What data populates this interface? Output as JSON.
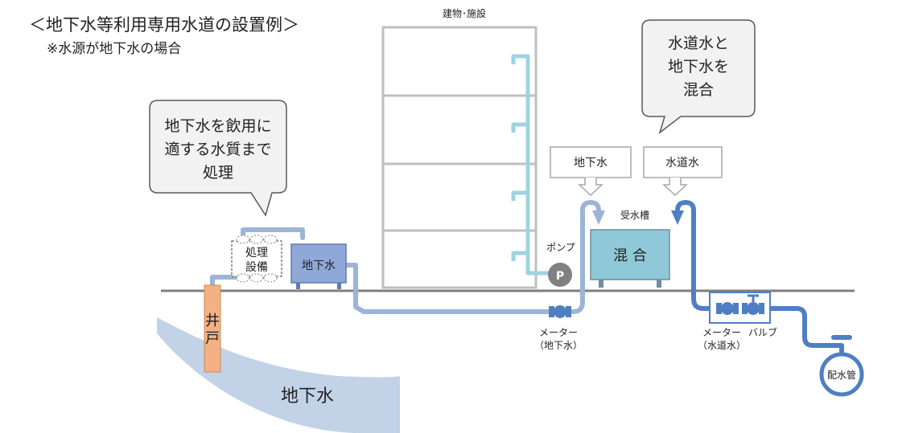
{
  "title": "＜地下水等利用専用水道の設置例＞",
  "subtitle": "※水源が地下水の場合",
  "building_label": "建物･施設",
  "bubble_treatment": [
    "地下水を飲用に",
    "適する水質まで",
    "処理"
  ],
  "bubble_mix": [
    "水道水と",
    "地下水を",
    "混合"
  ],
  "treatment_unit": [
    "処理",
    "設備"
  ],
  "groundwater_tank": "地下水",
  "well": [
    "井",
    "戸"
  ],
  "aquifer": "地下水",
  "pump_label": "ポンプ",
  "pump_symbol": "P",
  "source_box_groundwater": "地下水",
  "source_box_tapwater": "水道水",
  "receiving_tank_label": "受水槽",
  "receiving_tank_text": "混 合",
  "meter_groundwater": [
    "メーター",
    "（地下水）"
  ],
  "meter_tapwater": [
    "メーター",
    "（水道水）"
  ],
  "valve_label": "バルブ",
  "main_pipe": "配水管",
  "colors": {
    "ground_line": "#7f7f7f",
    "building_outline": "#bfbfbf",
    "groundwater_pipe": "#9db4d9",
    "building_pipe": "#9fd3e2",
    "tapwater_pipe": "#4f7fc2",
    "tank_fill": "#8fc8d8",
    "well_fill": "#f4b183",
    "aquifer_fill": "#c2d3e8",
    "bubble_fill": "#f2f2f2",
    "bubble_stroke": "#595959",
    "pump_fill": "#808080"
  }
}
